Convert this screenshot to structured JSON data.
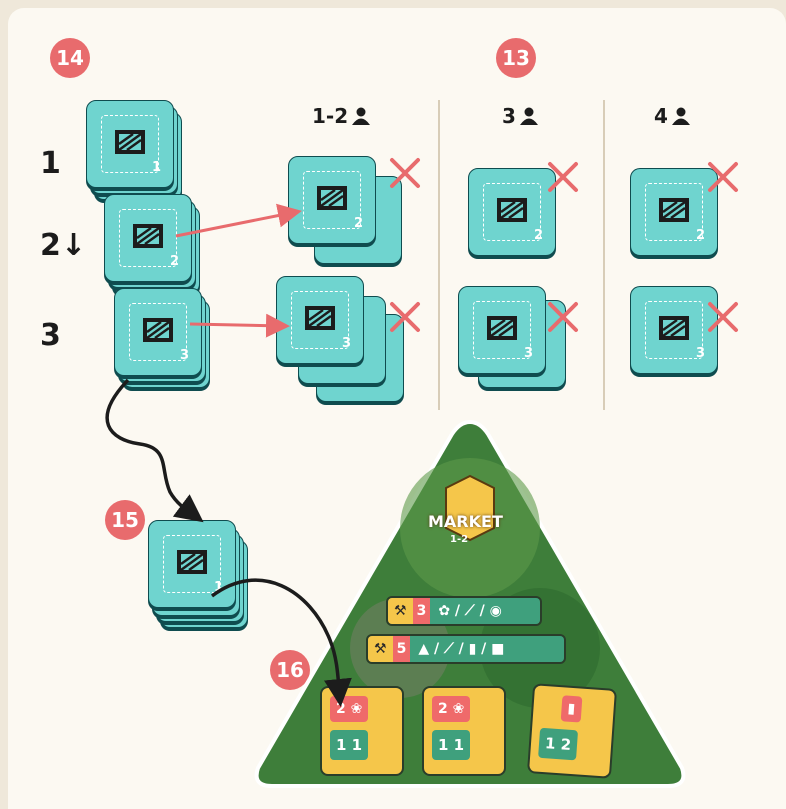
{
  "badges": {
    "b14": "14",
    "b13": "13",
    "b15": "15",
    "b16": "16"
  },
  "rows": {
    "r1": "1",
    "r2": "2↓",
    "r3": "3"
  },
  "columns": {
    "c1": "1-2",
    "c2": "3",
    "c3": "4"
  },
  "tile_numbers": {
    "t1": "1",
    "t2": "2",
    "t3": "3"
  },
  "market": {
    "title": "MARKET",
    "players": "1-2",
    "strip1_cost": "3",
    "strip2_cost": "5",
    "card1_top": "2",
    "card1_bot": "1 1",
    "card2_top": "2",
    "card2_bot": "1 1",
    "card3_bot": "1 2"
  },
  "colors": {
    "tile": "#6fd4cf",
    "badge": "#e86b6d",
    "cross": "#e86b6d",
    "market_yellow": "#f5c64a",
    "market_green": "#3fa07d"
  }
}
